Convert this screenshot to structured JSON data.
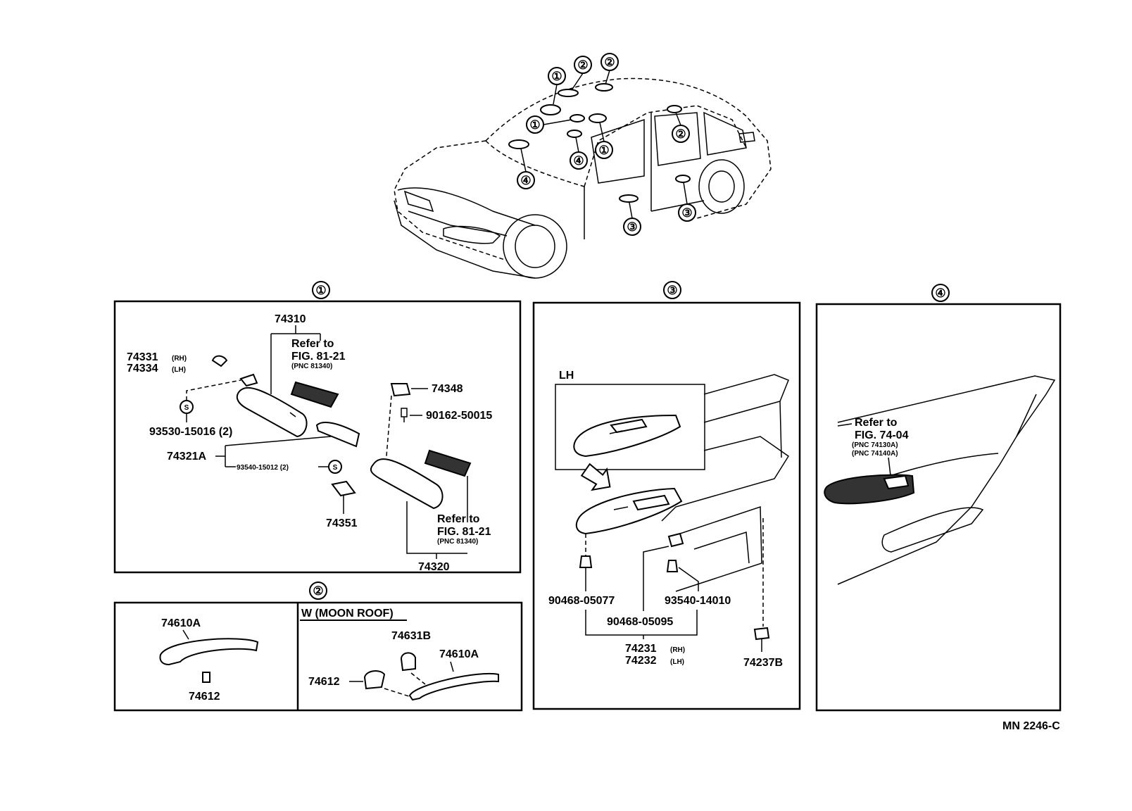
{
  "car_overview": {
    "callouts": [
      "①",
      "②",
      "②",
      "①",
      "④",
      "①",
      "②",
      "③",
      "④",
      "③"
    ]
  },
  "section_1": {
    "marker": "①",
    "part_74310": "74310",
    "refer_to": "Refer to",
    "fig_ref": "FIG. 81-21",
    "pnc_ref": "(PNC 81340)",
    "part_74331": "74331",
    "rh": "(RH)",
    "part_74334": "74334",
    "lh": "(LH)",
    "s_mark": "S",
    "part_93530": "93530-15016 (2)",
    "part_74321A": "74321A",
    "part_93540_15012": "93540-15012 (2)",
    "part_74351": "74351",
    "part_74348": "74348",
    "part_90162": "90162-50015",
    "refer_to_2": "Refer to",
    "fig_ref_2": "FIG. 81-21",
    "pnc_ref_2": "(PNC 81340)",
    "part_74320": "74320"
  },
  "section_2": {
    "marker": "②",
    "part_74610A": "74610A",
    "part_74612": "74612",
    "moon_roof_label": "W (MOON ROOF)",
    "part_74631B": "74631B",
    "part_74610A_2": "74610A",
    "part_74612_2": "74612"
  },
  "section_3": {
    "marker": "③",
    "lh_label": "LH",
    "part_90468_05077": "90468-05077",
    "part_93540_14010": "93540-14010",
    "part_90468_05095": "90468-05095",
    "part_74231": "74231",
    "rh": "(RH)",
    "part_74232": "74232",
    "lh": "(LH)",
    "part_74237B": "74237B"
  },
  "section_4": {
    "marker": "④",
    "refer_to": "Refer to",
    "fig_ref": "FIG. 74-04",
    "pnc_ref_a": "(PNC 74130A)",
    "pnc_ref_b": "(PNC 74140A)"
  },
  "footer": {
    "drawing_code": "MN 2246-C"
  }
}
